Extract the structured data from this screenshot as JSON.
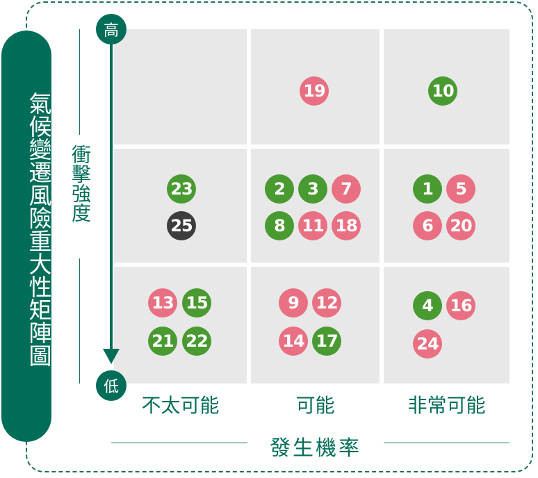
{
  "title_vertical": "氣候變遷風險重大性矩陣圖",
  "y_axis": {
    "label": "衝擊強度",
    "top": "高",
    "bottom": "低"
  },
  "x_axis": {
    "label": "發生機率",
    "categories": [
      "不太可能",
      "可能",
      "非常可能"
    ]
  },
  "colors": {
    "brand": "#006d59",
    "green": "#4a9a32",
    "pink": "#e87082",
    "dark": "#3d3d3d",
    "cell": "#e8e8e8"
  },
  "risk_items": [
    {
      "id": "19",
      "color": "pink"
    },
    {
      "id": "10",
      "color": "green"
    },
    {
      "id": "23",
      "color": "green"
    },
    {
      "id": "25",
      "color": "dark"
    },
    {
      "id": "2",
      "color": "green"
    },
    {
      "id": "3",
      "color": "green"
    },
    {
      "id": "7",
      "color": "pink"
    },
    {
      "id": "8",
      "color": "green"
    },
    {
      "id": "11",
      "color": "pink"
    },
    {
      "id": "18",
      "color": "pink"
    },
    {
      "id": "1",
      "color": "green"
    },
    {
      "id": "5",
      "color": "pink"
    },
    {
      "id": "6",
      "color": "pink"
    },
    {
      "id": "20",
      "color": "pink"
    },
    {
      "id": "13",
      "color": "pink"
    },
    {
      "id": "15",
      "color": "green"
    },
    {
      "id": "21",
      "color": "green"
    },
    {
      "id": "22",
      "color": "green"
    },
    {
      "id": "9",
      "color": "pink"
    },
    {
      "id": "12",
      "color": "pink"
    },
    {
      "id": "14",
      "color": "pink"
    },
    {
      "id": "17",
      "color": "green"
    },
    {
      "id": "4",
      "color": "green"
    },
    {
      "id": "16",
      "color": "pink"
    },
    {
      "id": "24",
      "color": "pink"
    }
  ]
}
